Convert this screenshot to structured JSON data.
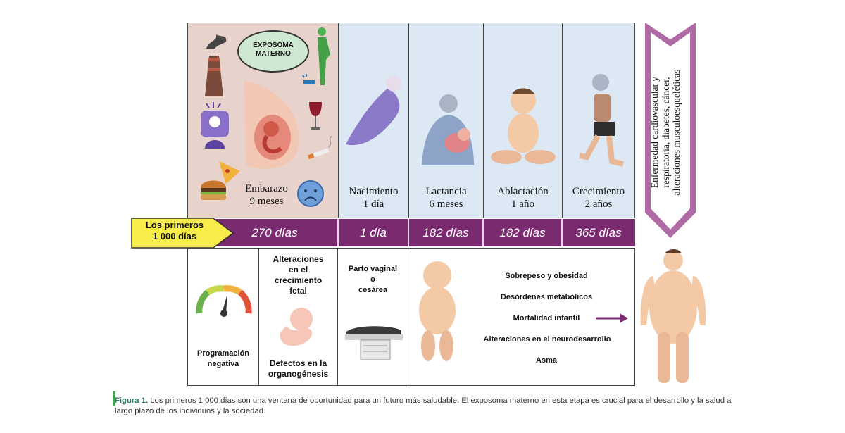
{
  "exposome_label": [
    "EXPOSOMA",
    "MATERNO"
  ],
  "stages": [
    {
      "name": "Embarazo",
      "duration": "9 meses",
      "days": "270 días"
    },
    {
      "name": "Nacimiento",
      "duration": "1 día",
      "days": "1 día"
    },
    {
      "name": "Lactancia",
      "duration": "6 meses",
      "days": "182 días"
    },
    {
      "name": "Ablactación",
      "duration": "1 año",
      "days": "182 días"
    },
    {
      "name": "Crecimiento",
      "duration": "2 años",
      "days": "365 días"
    }
  ],
  "first_days_tag": [
    "Los primeros",
    "1 000 días"
  ],
  "diseases_text": [
    "Enfermedad cardiovascular y",
    "respiratoria, diabetes, cáncer,",
    "alteraciones musculoesqueléticas"
  ],
  "bottom": {
    "programming": "Programación negativa",
    "growth_alterations": [
      "Alteraciones",
      "en el",
      "crecimiento",
      "fetal"
    ],
    "organ_defects": [
      "Defectos en la",
      "organogénesis"
    ],
    "delivery": [
      "Parto vaginal",
      "o",
      "cesárea"
    ],
    "outcomes": [
      "Sobrepeso y obesidad",
      "Desórdenes metabólicos",
      "Mortalidad infantil",
      "Alteraciones en el neurodesarrollo",
      "Asma"
    ]
  },
  "caption": {
    "label": "Figura 1.",
    "text": " Los primeros 1 000 días son una ventana de oportunidad para un futuro más saludable. El exposoma materno en esta etapa es crucial para el desarrollo y la salud a largo plazo de los individuos y la sociedad."
  },
  "colors": {
    "pregnancy_bg": "#e8d2cc",
    "stage_bg": "#dce8f4",
    "band": "#7a2a6e",
    "arrow_yellow": "#f7ec4a",
    "purple_arrow": "#b06aa6"
  }
}
